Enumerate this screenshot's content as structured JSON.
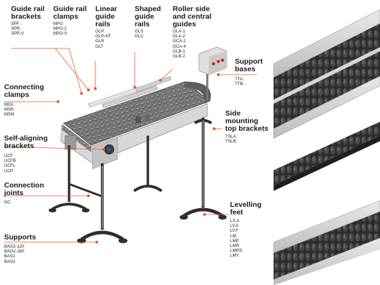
{
  "callouts": [
    {
      "id": "guide-rail-brackets",
      "title": [
        "Guide rail",
        "brackets"
      ],
      "codes": [
        "SPF.",
        "SPR.",
        "SPR.V"
      ]
    },
    {
      "id": "guide-rail-clamps",
      "title": [
        "Guide rail",
        "clamps"
      ],
      "codes": [
        "MPG",
        "MPG-2",
        "MPG-S"
      ]
    },
    {
      "id": "linear-guide-rails",
      "title": [
        "Linear",
        "guide",
        "rails"
      ],
      "codes": [
        "GLP",
        "GLP-HT",
        "GLR",
        "GLT"
      ]
    },
    {
      "id": "shaped-guide-rails",
      "title": [
        "Shaped",
        "guide",
        "rails"
      ],
      "codes": [
        "GLS",
        "GLC"
      ]
    },
    {
      "id": "roller-side-central-guides",
      "title": [
        "Roller side",
        "and central",
        "guides"
      ],
      "codes": [
        "GLA-1",
        "GLA-2",
        "GCA-2",
        "GCA-4",
        "GLB-1",
        "GLB-2"
      ]
    },
    {
      "id": "support-bases",
      "title": [
        "Support",
        "bases"
      ],
      "codes": [
        "TTA.",
        "TTB."
      ]
    },
    {
      "id": "connecting-clamps",
      "title": [
        "Connecting",
        "clamps"
      ],
      "codes": [
        "MSX.",
        "MSR.",
        "MSM"
      ]
    },
    {
      "id": "side-mounting-top-brackets",
      "title": [
        "Side",
        "mounting",
        "top brackets"
      ],
      "codes": [
        "TSLA.",
        "TSLB."
      ]
    },
    {
      "id": "self-aligning-brackets",
      "title": [
        "Self-aligning",
        "brackets"
      ],
      "codes": [
        "UCF",
        "UCFB",
        "UCFL",
        "UCP"
      ]
    },
    {
      "id": "connection-joints",
      "title": [
        "Connection",
        "joints"
      ],
      "codes": [
        "GC."
      ]
    },
    {
      "id": "levelling-feet",
      "title": [
        "Levelling",
        "feet"
      ],
      "codes": [
        "LS.A",
        "LV.A",
        "LV.F",
        "LM.",
        "LMP",
        "LMR.",
        "LMRS.",
        "LMY."
      ]
    },
    {
      "id": "supports",
      "title": [
        "Supports"
      ],
      "codes": [
        "BAG2-120",
        "BAG2-180",
        "BAS2",
        "BAS3"
      ]
    }
  ],
  "colors": {
    "accent": "#e8591e",
    "frame": "#d9d9d9",
    "chain": "#6f6f6f",
    "leg": "#3a3a3a"
  }
}
